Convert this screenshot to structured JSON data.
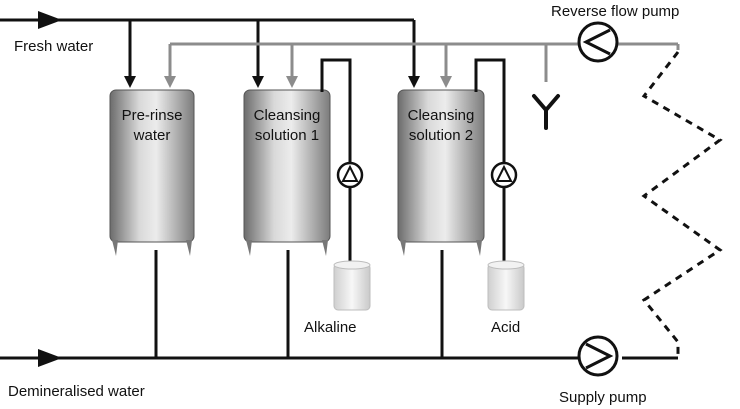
{
  "labels": {
    "fresh_water": "Fresh water",
    "demineralised_water": "Demineralised water",
    "reverse_flow_pump": "Reverse flow pump",
    "supply_pump": "Supply pump",
    "alkaline": "Alkaline",
    "acid": "Acid"
  },
  "tanks": [
    {
      "line1": "Pre-rinse",
      "line2": "water"
    },
    {
      "line1": "Cleansing",
      "line2": "solution 1"
    },
    {
      "line1": "Cleansing",
      "line2": "solution 2"
    }
  ],
  "colors": {
    "black_pipe": "#111111",
    "grey_pipe": "#8c8c8c",
    "tank_dark": "#7a7a7a",
    "tank_light": "#e6e6e6",
    "canister": "#e8e8e8"
  }
}
